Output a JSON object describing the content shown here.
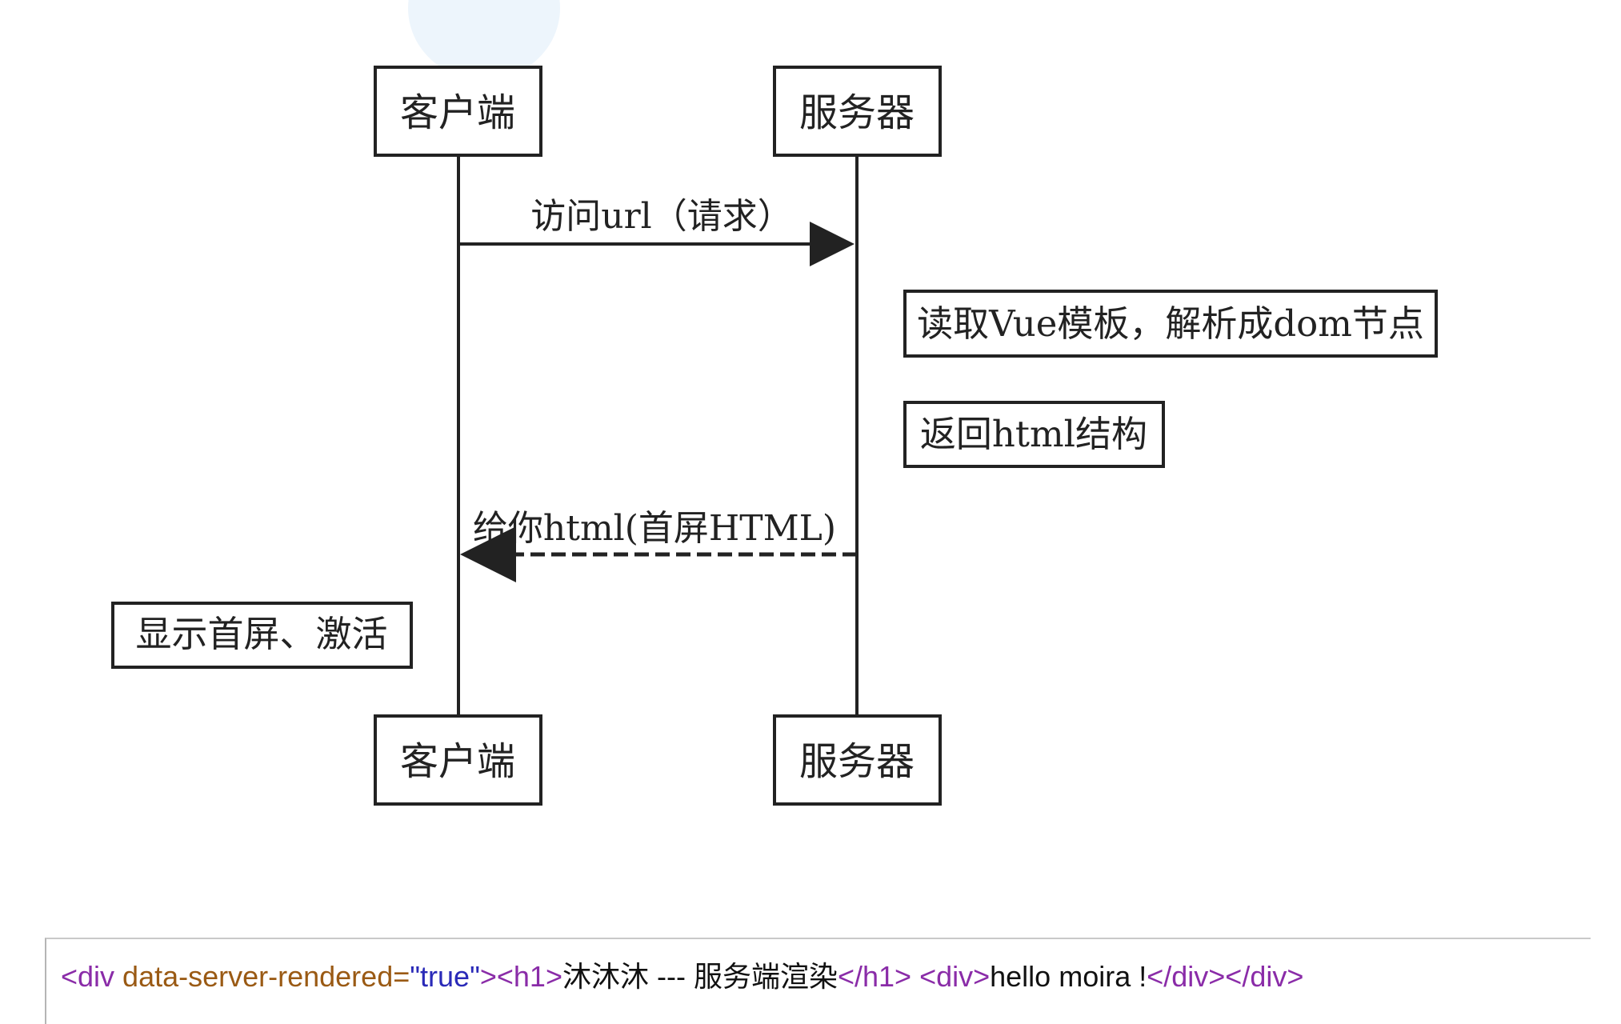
{
  "participants": {
    "client": "客户端",
    "server": "服务器"
  },
  "messages": {
    "request": "访问url（请求）",
    "response": "给你html(首屏HTML)"
  },
  "notes": {
    "parse": "读取Vue模板，解析成dom节点",
    "return": "返回html结构",
    "display": "显示首屏、激活"
  },
  "code": {
    "open_div": "<div",
    "attr_name": " data-server-rendered=",
    "attr_value": "\"true\"",
    "gt": ">",
    "open_h1": "<h1>",
    "h1_text": "沐沐沐 --- 服务端渲染",
    "close_h1": "</h1>",
    "space": " ",
    "open_div2": "<div>",
    "div_text": "hello moira !",
    "close_divs": "</div></div>"
  },
  "colors": {
    "line": "#222222",
    "tag": "#8a2ca8",
    "attr": "#9a5a14",
    "value": "#2a2ab8"
  }
}
